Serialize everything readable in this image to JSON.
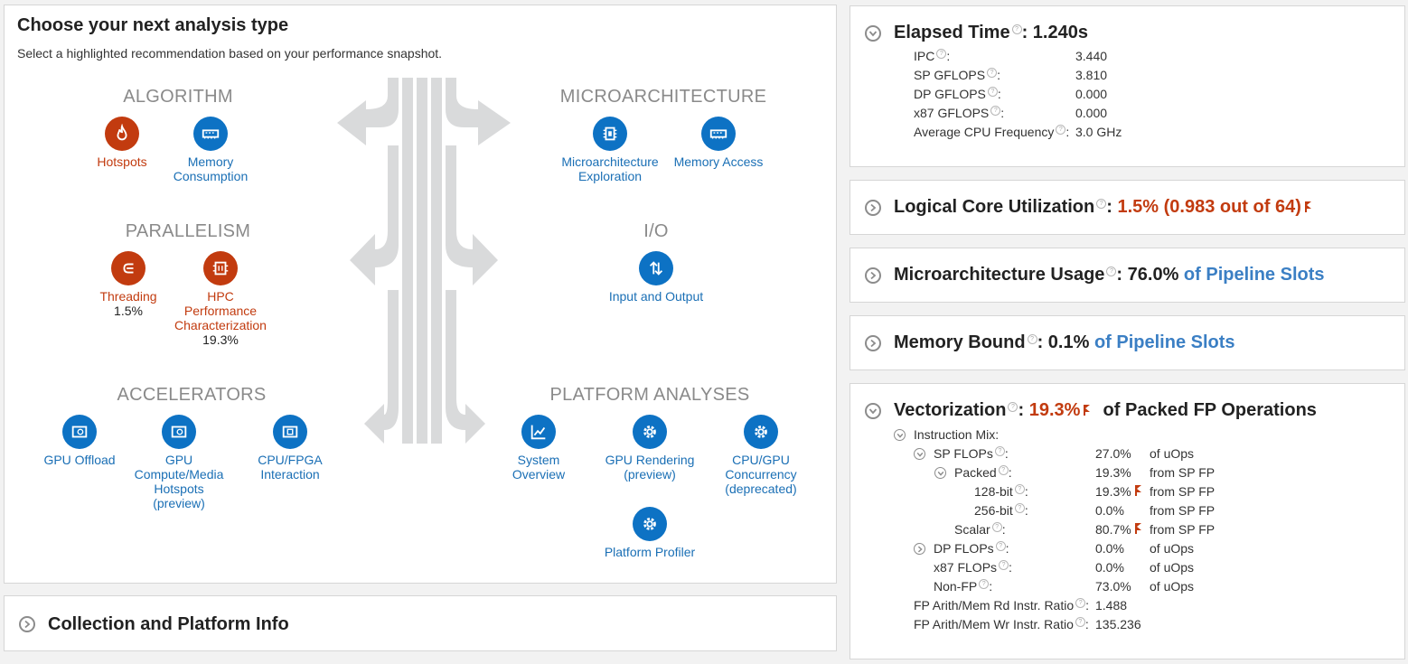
{
  "left": {
    "title": "Choose your next analysis type",
    "subtitle": "Select a highlighted recommendation based on your performance snapshot.",
    "categories": {
      "algorithm": "ALGORITHM",
      "microarchitecture": "MICROARCHITECTURE",
      "parallelism": "PARALLELISM",
      "io": "I/O",
      "accelerators": "ACCELERATORS",
      "platform": "PLATFORM ANALYSES"
    },
    "tiles": {
      "hotspots": {
        "label": "Hotspots",
        "icon": "flame-icon"
      },
      "memory_consumption": {
        "label1": "Memory",
        "label2": "Consumption",
        "icon": "memory-chip-icon"
      },
      "microarchitecture_exploration": {
        "label1": "Microarchitecture",
        "label2": "Exploration",
        "icon": "cpu-icon"
      },
      "memory_access": {
        "label": "Memory Access",
        "icon": "memory-chip-icon"
      },
      "threading": {
        "label": "Threading",
        "value": "1.5%",
        "icon": "threads-icon"
      },
      "hpc": {
        "label1": "HPC",
        "label2": "Performance",
        "label3": "Characterization",
        "value": "19.3%",
        "icon": "chip-icon"
      },
      "io": {
        "label": "Input and Output",
        "icon": "up-down-arrows-icon"
      },
      "gpu_offload": {
        "label": "GPU Offload",
        "icon": "gpu-card-icon"
      },
      "gpu_compute": {
        "label1": "GPU",
        "label2": "Compute/Media",
        "label3": "Hotspots",
        "label4": "(preview)",
        "icon": "gpu-card-icon"
      },
      "cpu_fpga": {
        "label1": "CPU/FPGA",
        "label2": "Interaction",
        "icon": "fpga-card-icon"
      },
      "system_overview": {
        "label1": "System",
        "label2": "Overview",
        "icon": "chart-icon"
      },
      "gpu_rendering": {
        "label1": "GPU Rendering",
        "label2": "(preview)",
        "icon": "gear-icon"
      },
      "cpu_gpu": {
        "label1": "CPU/GPU",
        "label2": "Concurrency",
        "label3": "(deprecated)",
        "icon": "gear-icon"
      },
      "platform_profiler": {
        "label": "Platform Profiler",
        "icon": "gear-icon"
      }
    }
  },
  "collection": {
    "title": "Collection and Platform Info"
  },
  "elapsed": {
    "label": "Elapsed Time",
    "value": ": 1.240s",
    "metrics": [
      {
        "name": "IPC",
        "value": "3.440"
      },
      {
        "name": "SP GFLOPS",
        "value": "3.810"
      },
      {
        "name": "DP GFLOPS",
        "value": "0.000"
      },
      {
        "name": "x87 GFLOPS",
        "value": "0.000"
      },
      {
        "name": "Average CPU Frequency",
        "value": "3.0 GHz"
      }
    ]
  },
  "logical": {
    "label": "Logical Core Utilization",
    "value": "1.5% (0.983 out of 64)"
  },
  "micro": {
    "label": "Microarchitecture Usage",
    "value": "76.0%",
    "suffix": "of Pipeline Slots"
  },
  "membound": {
    "label": "Memory Bound",
    "value": "0.1%",
    "suffix": "of Pipeline Slots"
  },
  "vector": {
    "label": "Vectorization",
    "value": "19.3%",
    "suffix": "of Packed FP Operations",
    "instruction_mix": "Instruction Mix:",
    "rows": [
      {
        "name": "SP FLOPs",
        "value": "27.0%",
        "unit": "of uOps"
      },
      {
        "name": "Packed",
        "value": "19.3%",
        "unit": "from SP FP"
      },
      {
        "name": "128-bit",
        "value": "19.3%",
        "unit": "from SP FP"
      },
      {
        "name": "256-bit",
        "value": "0.0%",
        "unit": "from SP FP"
      },
      {
        "name": "Scalar",
        "value": "80.7%",
        "unit": "from SP FP"
      },
      {
        "name": "DP FLOPs",
        "value": "0.0%",
        "unit": "of uOps"
      },
      {
        "name": "x87 FLOPs",
        "value": "0.0%",
        "unit": "of uOps"
      },
      {
        "name": "Non-FP",
        "value": "73.0%",
        "unit": "of uOps"
      },
      {
        "name": "FP Arith/Mem Rd Instr. Ratio",
        "value": "1.488",
        "unit": ""
      },
      {
        "name": "FP Arith/Mem Wr Instr. Ratio",
        "value": "135.236",
        "unit": ""
      }
    ]
  },
  "colors": {
    "blue_icon": "#0d72c4",
    "red_icon": "#c23b0f",
    "link": "#3b7fc4",
    "warning": "#c23b0f"
  }
}
